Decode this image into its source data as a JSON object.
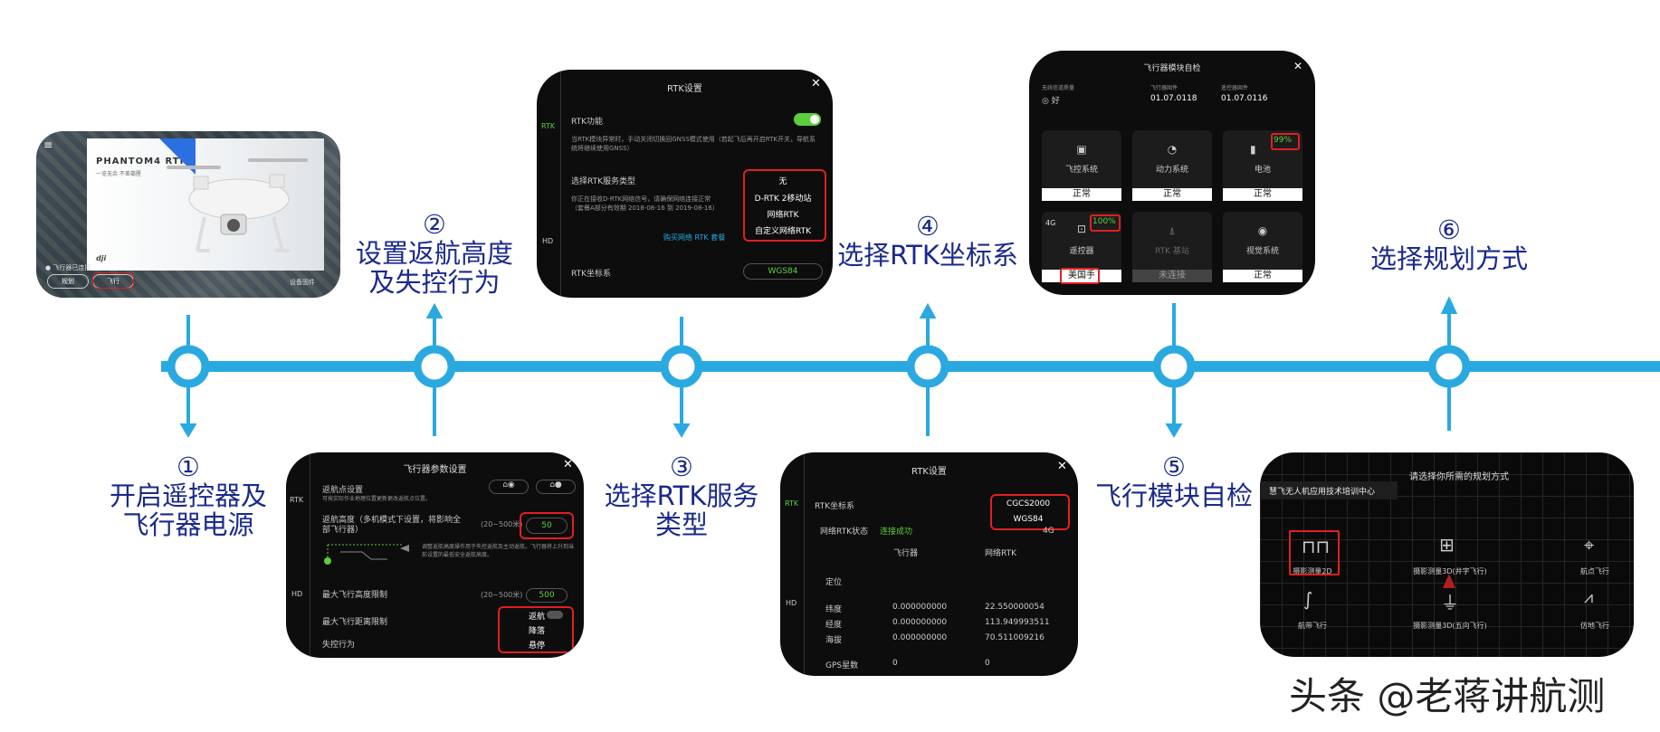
{
  "colors": {
    "timeline": "#29a9e0",
    "step_text": "#1a2a8c",
    "highlight": "#e02020",
    "green": "#5ccf3c"
  },
  "steps": [
    {
      "num": "①",
      "line1": "开启遥控器及",
      "line2": "飞行器电源"
    },
    {
      "num": "②",
      "line1": "设置返航高度",
      "line2": "及失控行为"
    },
    {
      "num": "③",
      "line1": "选择RTK服务",
      "line2": "类型"
    },
    {
      "num": "④",
      "line1": "选择RTK坐标系",
      "line2": ""
    },
    {
      "num": "⑤",
      "line1": "飞行模块自检",
      "line2": ""
    },
    {
      "num": "⑥",
      "line1": "选择规划方式",
      "line2": ""
    }
  ],
  "card1": {
    "brand": "PHANTOM4 RTK",
    "sub": "一览无余 不差毫厘",
    "btn_plan": "规划",
    "btn_fly": "飞行",
    "bottom_left": "飞行器已连接",
    "bottom_right": "设备固件",
    "logo": "dji"
  },
  "card2": {
    "title": "飞行器参数设置",
    "side": [
      "RTK",
      "HD"
    ],
    "home_set": "返航点设置",
    "home_desc": "可按实际作业地理位置更新更改返航点位置。",
    "rth_alt": "返航高度（多机模式下设置，将影响全部飞行器）",
    "rth_range": "(20~500米)",
    "rth_val": "50",
    "rth_desc": "调整返航高度操作用于失控返航及主动返航。飞行器将上升到当前设置的最低安全返航高度。",
    "max_alt": "最大飞行高度限制",
    "max_alt_range": "(20~500米)",
    "max_alt_val": "500",
    "max_dist": "最大飞行距离限制",
    "lost_action": "失控行为",
    "options": [
      "返航",
      "降落",
      "悬停"
    ]
  },
  "card3": {
    "title": "RTK设置",
    "side": [
      "RTK",
      "HD"
    ],
    "rtk_func": "RTK功能",
    "rtk_desc": "当RTK模块异常时，手动关闭切换回GNSS模式使用（若起飞后再开启RTK开关，导航系统将继续使用GNSS）",
    "service_type": "选择RTK服务类型",
    "service_desc": "你正在接收D-RTK网络信号，请确保网络连接正常（套餐A部分有效期 2018-08-16 到 2019-08-16）",
    "buy_link": "购买网络 RTK 套餐",
    "options": [
      "无",
      "D-RTK 2移动站",
      "网络RTK",
      "自定义网络RTK"
    ],
    "coord": "RTK坐标系",
    "coord_val": "WGS84"
  },
  "card4": {
    "title": "RTK设置",
    "side": [
      "RTK",
      "HD"
    ],
    "coord": "RTK坐标系",
    "options": [
      "CGCS2000",
      "WGS84"
    ],
    "status_label": "网络RTK状态",
    "status_val": "连接成功",
    "net": "4G",
    "col_a": "飞行器",
    "col_b": "网络RTK",
    "row_pos": "定位",
    "rows": [
      {
        "k": "纬度",
        "a": "0.000000000",
        "b": "22.550000054"
      },
      {
        "k": "经度",
        "a": "0.000000000",
        "b": "113.949993511"
      },
      {
        "k": "海拔",
        "a": "0.000000000",
        "b": "70.511009216"
      },
      {
        "k": "GPS星数",
        "a": "0",
        "b": "0"
      }
    ]
  },
  "card5": {
    "title": "飞行器模块自检",
    "signal_label": "无线信道质量",
    "signal_val": "好",
    "fw1_label": "飞行器固件",
    "fw1_val": "01.07.0118",
    "fw2_label": "遥控器固件",
    "fw2_val": "01.07.0116",
    "tiles": [
      {
        "name": "飞控系统",
        "status": "正常",
        "icon": "chip-icon"
      },
      {
        "name": "动力系统",
        "status": "正常",
        "icon": "gauge-icon"
      },
      {
        "name": "电池",
        "status": "正常",
        "badge": "99%",
        "icon": "battery-icon"
      },
      {
        "name": "遥控器",
        "status": "美国手",
        "badge": "100%",
        "net": "4G",
        "icon": "remote-icon"
      },
      {
        "name": "RTK 基站",
        "status": "未连接",
        "icon": "antenna-icon"
      },
      {
        "name": "视觉系统",
        "status": "正常",
        "icon": "vision-icon"
      }
    ]
  },
  "card6": {
    "title": "请选择你所需的规划方式",
    "brand": "慧飞无人机应用技术培训中心",
    "options": [
      "摄影测量2D",
      "摄影测量3D(井字飞行)",
      "航点飞行",
      "航带飞行",
      "摄影测量3D(五向飞行)",
      "仿地飞行"
    ]
  },
  "watermark": "头条 @老蒋讲航测"
}
